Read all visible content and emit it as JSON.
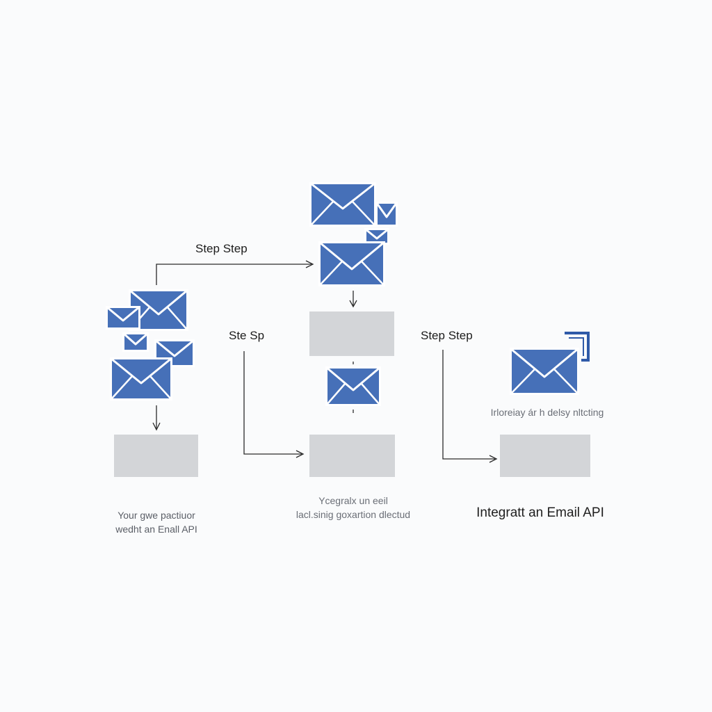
{
  "colors": {
    "envelope": "#4670b8",
    "placeholder": "#d3d5d8",
    "background": "#fafbfc",
    "line": "#2a2a2a"
  },
  "icons": {
    "envelope": "envelope-icon",
    "return": "return-arrow-icon"
  },
  "steps": {
    "top": "Step Step",
    "middle_left": "Ste Sp",
    "middle_right": "Step Step"
  },
  "captions": {
    "left": [
      "Your gwe pactiuor",
      "wedht an Enall API"
    ],
    "center": [
      "Ycegralx un eeil",
      "lacl.sinig goxartion dlectud"
    ],
    "right": "Integratt an Email API",
    "right_small": "Irloreiay ár h delsy nltcting"
  }
}
